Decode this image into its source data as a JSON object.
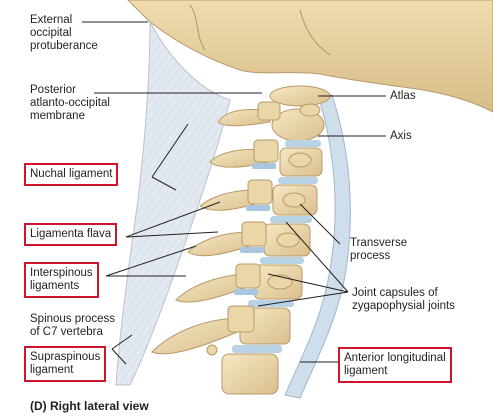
{
  "colors": {
    "bone": "#f1deb4",
    "bone_shadow": "#cdb27e",
    "skull": "#ecd7a9",
    "ligament": "#dfe6ee",
    "ligament_fiber": "#c3ccd8",
    "disc": "#b8d2e6",
    "capsule": "#a8c6df",
    "highlight_box": "#d0142c",
    "text": "#231f20"
  },
  "labels": {
    "external_occipital_protuberance": "External\noccipital\nprotuberance",
    "posterior_atlanto_occipital_membrane": "Posterior\natlanto-occipital\nmembrane",
    "nuchal_ligament": "Nuchal ligament",
    "ligamenta_flava": "Ligamenta flava",
    "interspinous_ligaments": "Interspinous\nligaments",
    "spinous_process_c7": "Spinous process\nof C7 vertebra",
    "supraspinous_ligament": "Supraspinous\nligament",
    "atlas": "Atlas",
    "axis": "Axis",
    "transverse_process": "Transverse\nprocess",
    "joint_capsules": "Joint capsules of\nzygapophysial joints",
    "anterior_longitudinal_ligament": "Anterior longitudinal\nligament"
  },
  "caption": "(D) Right lateral view"
}
